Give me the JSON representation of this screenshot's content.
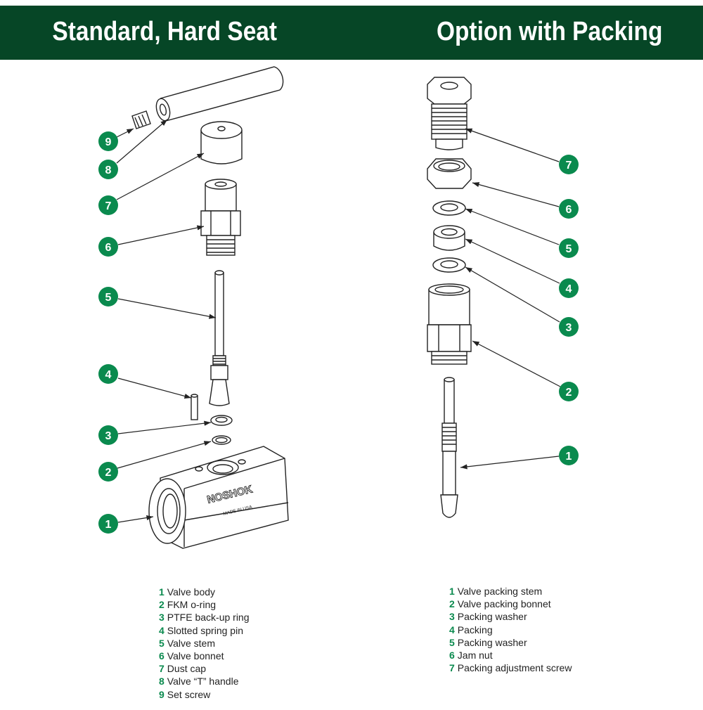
{
  "header": {
    "left_title": "Standard, Hard Seat",
    "right_title": "Option with Packing"
  },
  "colors": {
    "header_bg": "#064626",
    "badge": "#0a8a4e",
    "line": "#222222"
  },
  "logo": {
    "brand": "NOSHOK",
    "made_in": "MADE IN USA"
  },
  "standard": {
    "callouts": [
      "1",
      "2",
      "3",
      "4",
      "5",
      "6",
      "7",
      "8",
      "9"
    ],
    "legend": [
      {
        "num": "1",
        "label": "Valve body"
      },
      {
        "num": "2",
        "label": "FKM o-ring"
      },
      {
        "num": "3",
        "label": "PTFE back-up ring"
      },
      {
        "num": "4",
        "label": "Slotted spring pin"
      },
      {
        "num": "5",
        "label": "Valve stem"
      },
      {
        "num": "6",
        "label": "Valve bonnet"
      },
      {
        "num": "7",
        "label": "Dust cap"
      },
      {
        "num": "8",
        "label": "Valve “T” handle"
      },
      {
        "num": "9",
        "label": "Set screw"
      }
    ]
  },
  "packing": {
    "callouts": [
      "1",
      "2",
      "3",
      "4",
      "5",
      "6",
      "7"
    ],
    "legend": [
      {
        "num": "1",
        "label": "Valve packing stem"
      },
      {
        "num": "2",
        "label": "Valve packing bonnet"
      },
      {
        "num": "3",
        "label": "Packing washer"
      },
      {
        "num": "4",
        "label": "Packing"
      },
      {
        "num": "5",
        "label": "Packing washer"
      },
      {
        "num": "6",
        "label": "Jam nut"
      },
      {
        "num": "7",
        "label": "Packing adjustment screw"
      }
    ]
  }
}
